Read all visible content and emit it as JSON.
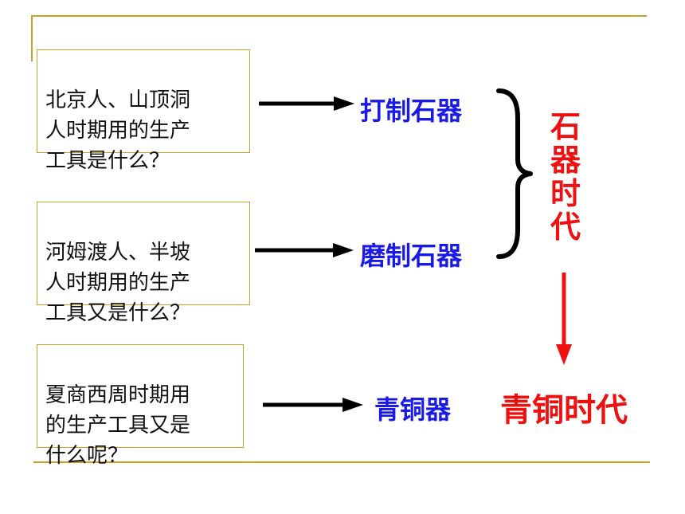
{
  "questions": [
    {
      "text": "北京人、山顶洞\n人时期用的生产\n工具是什么？"
    },
    {
      "text": "河姆渡人、半坡\n人时期用的生产\n工具又是什么？"
    },
    {
      "text": "夏商西周时期用\n的生产工具又是\n什么呢？"
    }
  ],
  "tools": {
    "chipped": "打制石器",
    "polished": "磨制石器",
    "bronze": "青铜器"
  },
  "eras": {
    "stone_age": "石器时代",
    "bronze_age": "青铜时代"
  },
  "colors": {
    "accent_line": "#c9a227",
    "tool_text": "#1a1ae6",
    "era_text": "#ee1111",
    "arrow": "#000000"
  }
}
